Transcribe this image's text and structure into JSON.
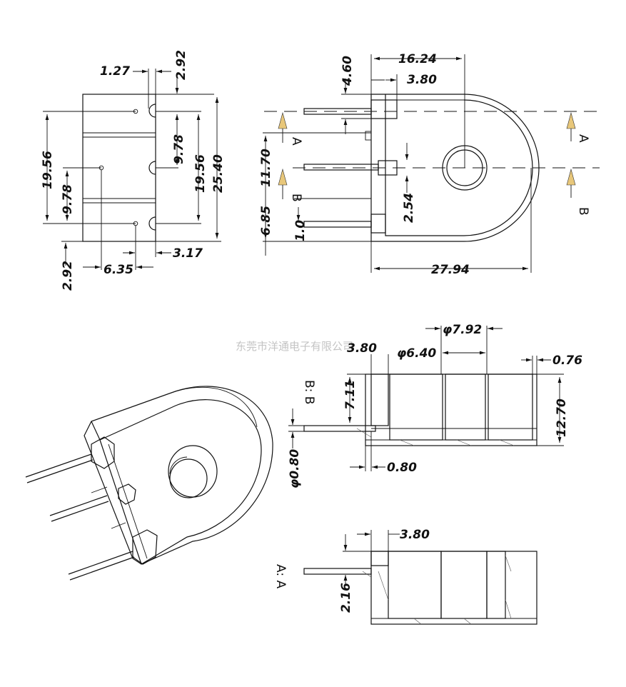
{
  "watermark": "东莞市洋通电子有限公司",
  "dimensions": {
    "d_1_27": "1.27",
    "d_2_92_top": "2.92",
    "d_19_56_left": "19.56",
    "d_9_78_left": "9.78",
    "d_9_78_mid": "9.78",
    "d_19_56_mid": "19.56",
    "d_25_40": "25.40",
    "d_2_92_bot": "2.92",
    "d_6_35": "6.35",
    "d_3_17": "3.17",
    "d_16_24": "16.24",
    "d_4_60": "4.60",
    "d_3_80_top": "3.80",
    "d_11_70": "11.70",
    "d_6_85": "6.85",
    "d_1_0": "1.0",
    "d_2_54": "2.54",
    "d_27_94": "27.94",
    "d_phi_7_92": "φ7.92",
    "d_phi_6_40": "φ6.40",
    "d_3_80_sec": "3.80",
    "d_0_76": "0.76",
    "d_7_11": "7.11",
    "d_12_70": "12.70",
    "d_phi_0_80": "φ0.80",
    "d_0_80": "0.80",
    "d_3_80_bot": "3.80",
    "d_2_16": "2.16"
  },
  "section_labels": {
    "a_left": "A",
    "a_right": "A",
    "b_left": "B",
    "b_right": "B",
    "section_bb": "B: B",
    "section_aa": "A: A"
  },
  "colors": {
    "arrow_fill": "#e8c77a",
    "line": "#111111"
  }
}
